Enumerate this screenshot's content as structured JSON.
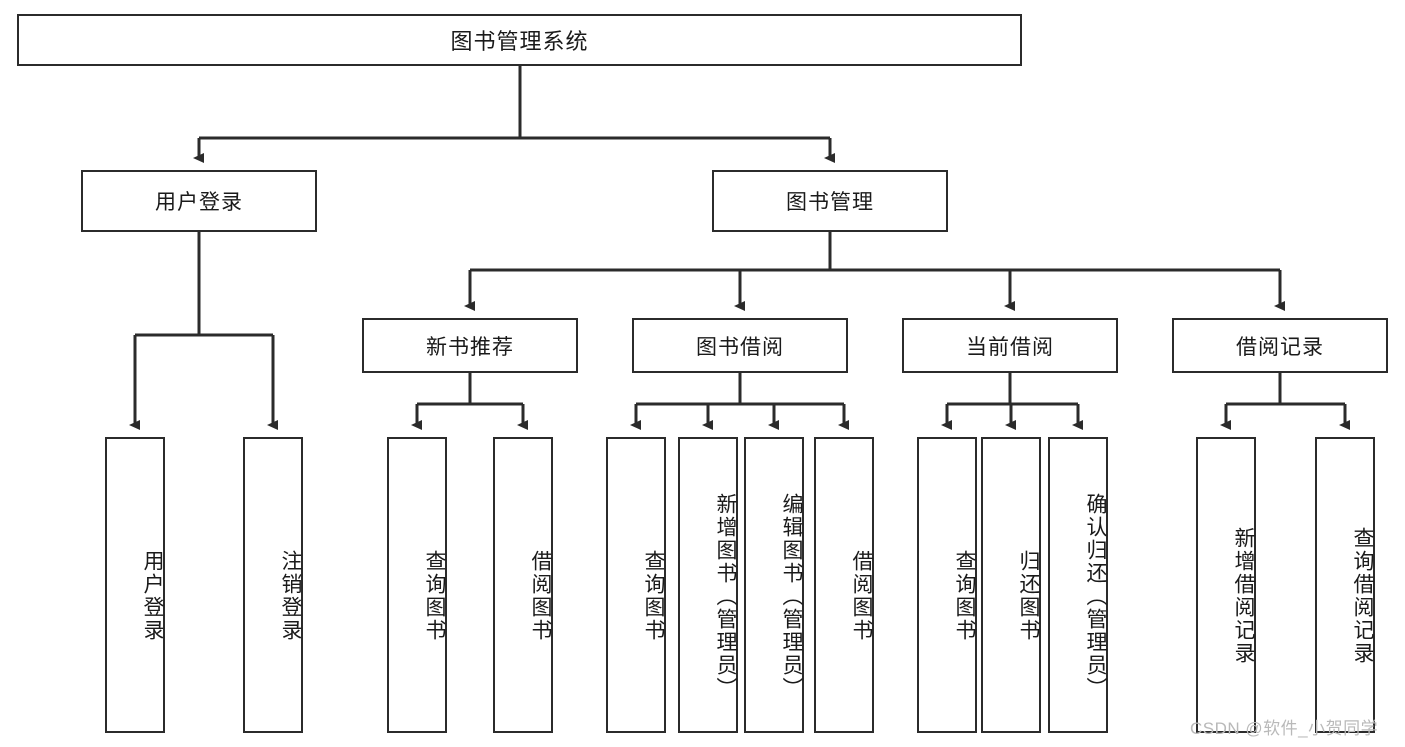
{
  "diagram": {
    "title": "图书管理系统",
    "type": "tree-hierarchy",
    "root": {
      "label": "图书管理系统"
    },
    "level2": [
      {
        "label": "用户登录"
      },
      {
        "label": "图书管理"
      }
    ],
    "level3": [
      {
        "label": "新书推荐",
        "parent": "图书管理"
      },
      {
        "label": "图书借阅",
        "parent": "图书管理"
      },
      {
        "label": "当前借阅",
        "parent": "图书管理"
      },
      {
        "label": "借阅记录",
        "parent": "图书管理"
      }
    ],
    "leaves": {
      "user_login": [
        {
          "label": "用户登录"
        },
        {
          "label": "注销登录"
        }
      ],
      "new_book_recommend": [
        {
          "label": "查询图书"
        },
        {
          "label": "借阅图书"
        }
      ],
      "book_borrow": [
        {
          "label": "查询图书"
        },
        {
          "label": "新增图书（管理员）"
        },
        {
          "label": "编辑图书（管理员）"
        },
        {
          "label": "借阅图书"
        }
      ],
      "current_borrow": [
        {
          "label": "查询图书"
        },
        {
          "label": "归还图书"
        },
        {
          "label": "确认归还（管理员）"
        }
      ],
      "borrow_records": [
        {
          "label": "新增借阅记录"
        },
        {
          "label": "查询借阅记录"
        }
      ]
    }
  },
  "watermark": {
    "text": "CSDN @软件_小贺同学"
  },
  "colors": {
    "stroke": "#2b2b2b",
    "fill": "#ffffff",
    "text": "#1a1a1a",
    "watermark": "#b9b9b9"
  }
}
